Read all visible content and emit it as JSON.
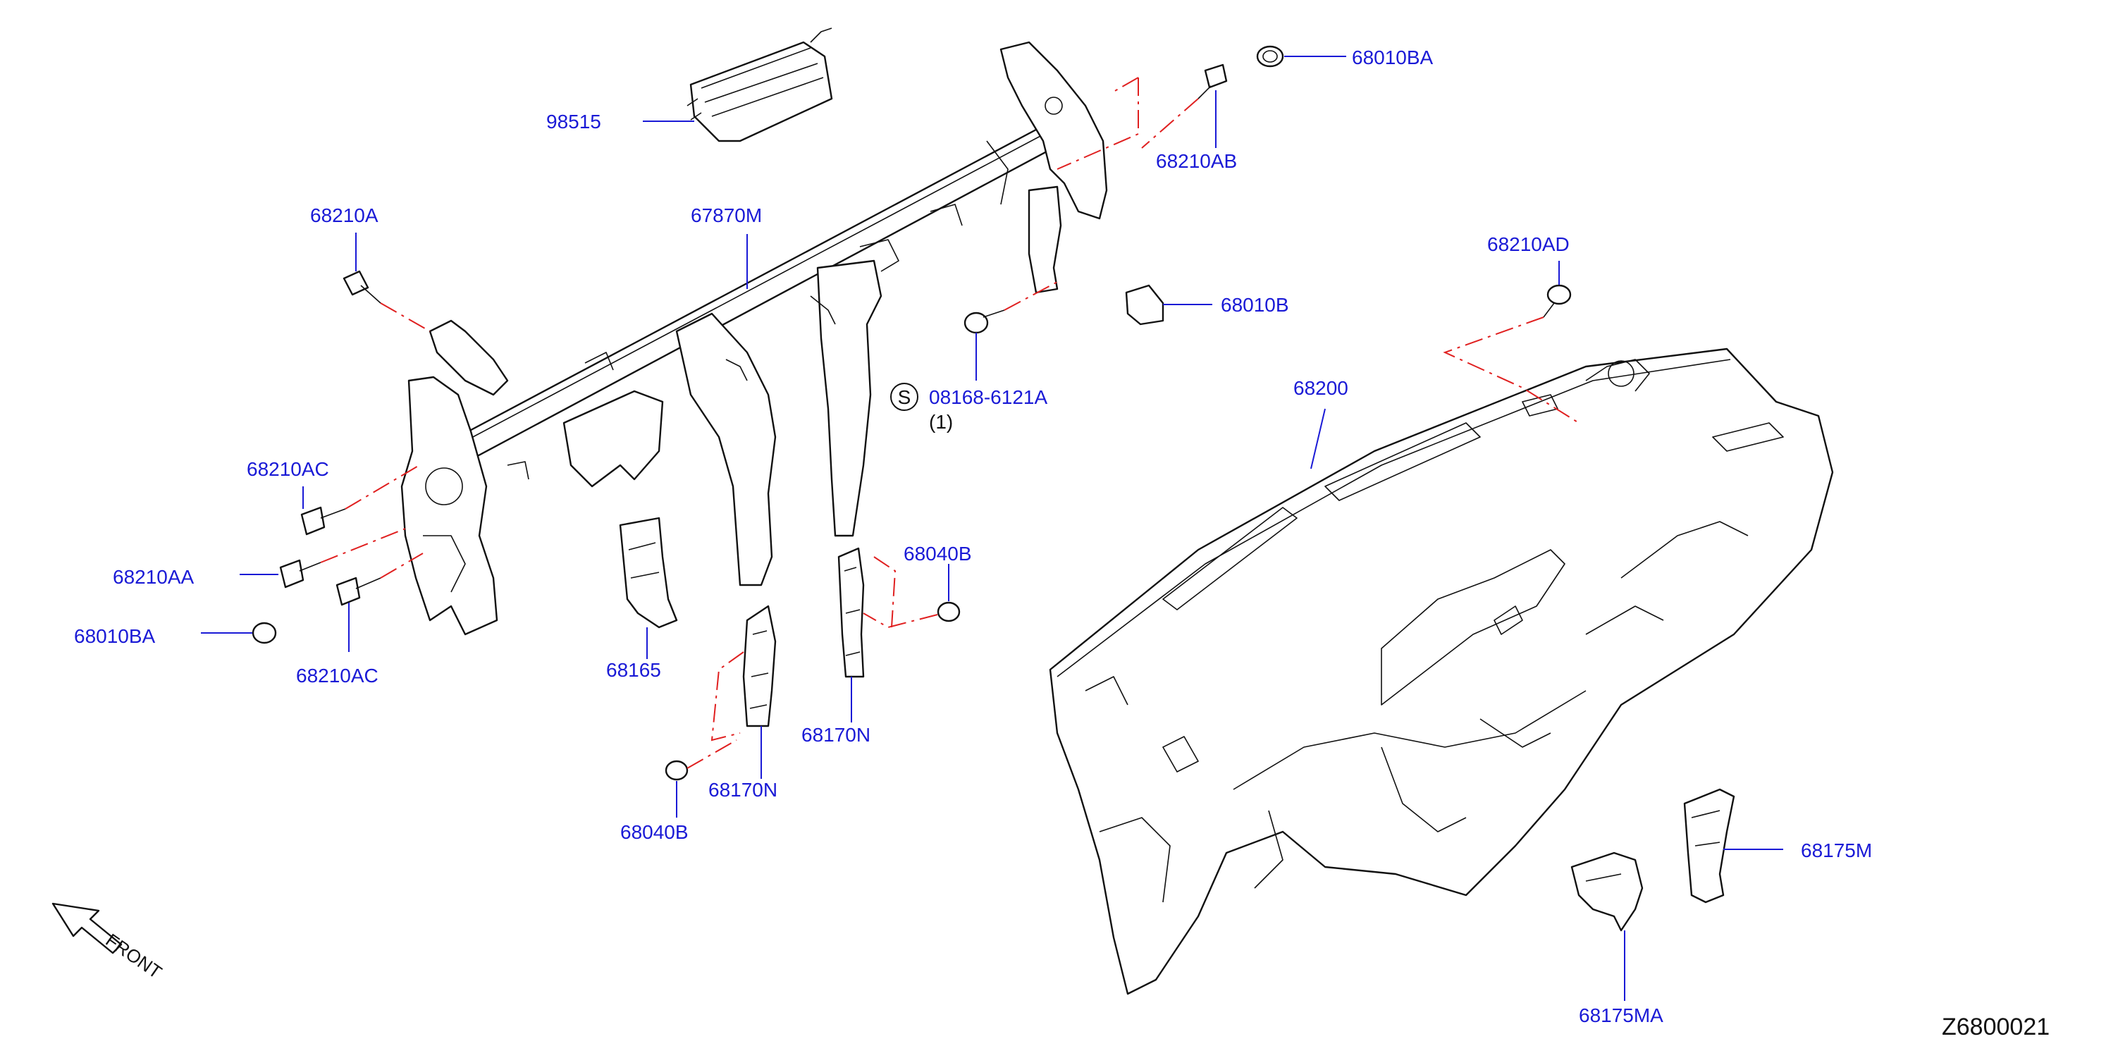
{
  "colors": {
    "label": "#1a1ad6",
    "leader": "#1a1ad6",
    "dashed_guide": "#e02020",
    "linework": "#111111",
    "background": "#ffffff"
  },
  "labels": {
    "p98515": "98515",
    "p68010BA_top": "68010BA",
    "p68210AB": "68210AB",
    "p68210A": "68210A",
    "p67870M": "67870M",
    "p68210AD": "68210AD",
    "p68010B": "68010B",
    "p08168_6121A": "08168-6121A",
    "p08168_qty": "(1)",
    "p08168_symbol": "S",
    "p68200": "68200",
    "p68210AC_upper": "68210AC",
    "p68210AA": "68210AA",
    "p68010BA_left": "68010BA",
    "p68210AC_lower": "68210AC",
    "p68165": "68165",
    "p68040B_right": "68040B",
    "p68170N_right": "68170N",
    "p68170N_left": "68170N",
    "p68040B_left": "68040B",
    "p68175M": "68175M",
    "p68175MA": "68175MA"
  },
  "front_arrow": {
    "label": "FRONT",
    "icon": "front-arrow-icon"
  },
  "drawing_id": "Z6800021"
}
